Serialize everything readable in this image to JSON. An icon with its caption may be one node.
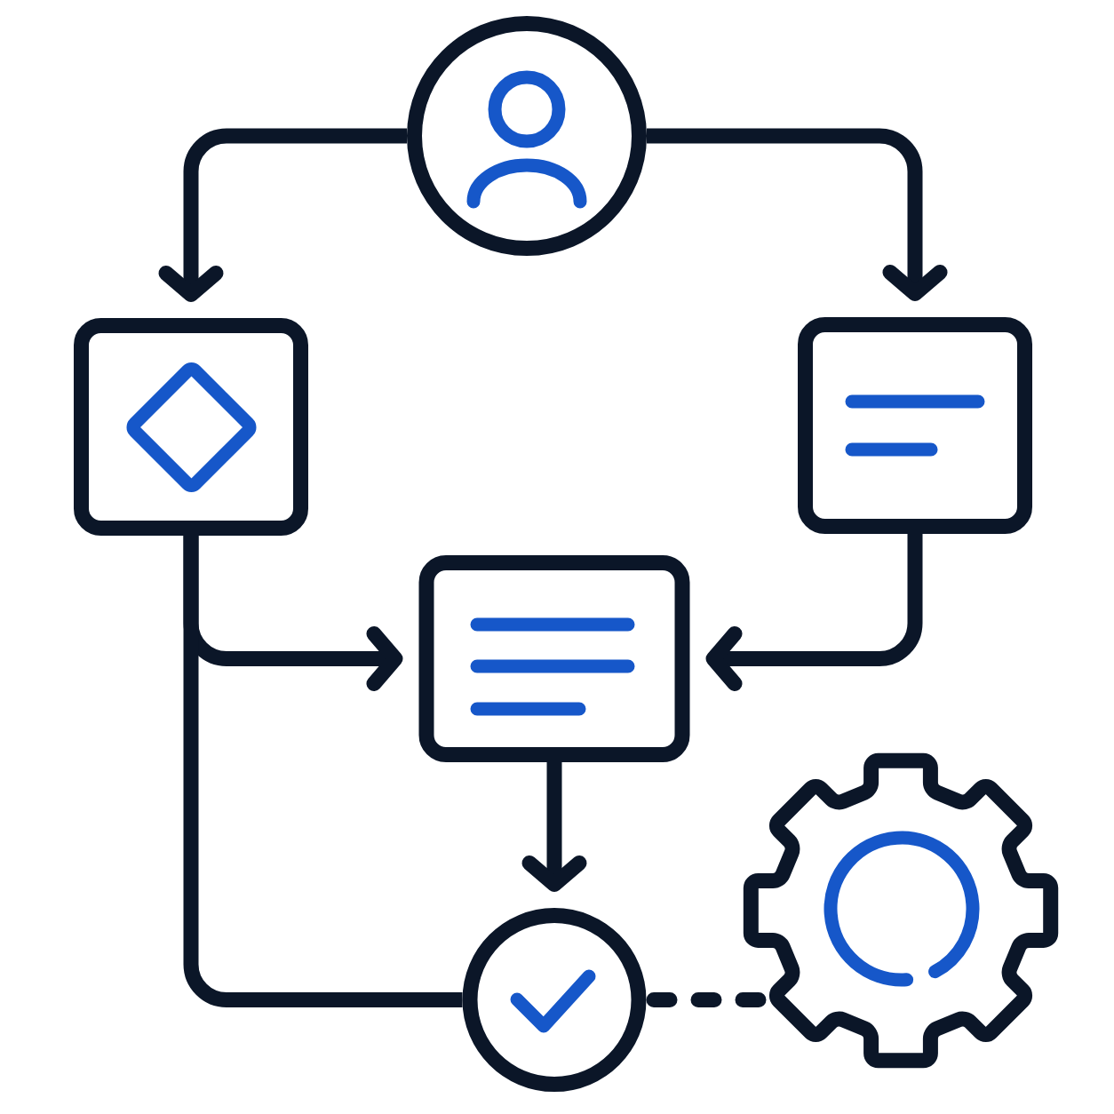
{
  "diagram": {
    "nodes": [
      {
        "text": [],
        "shape": "circle"
      },
      {
        "text": [],
        "shape": "box"
      },
      {
        "text": [],
        "shape": "box"
      },
      {
        "text": [],
        "shape": "box"
      },
      {
        "text": [],
        "shape": "circle"
      },
      {
        "text": [],
        "shape": "gear"
      }
    ],
    "edges": [
      {
        "from": 0,
        "to": 1,
        "arrow": "to"
      },
      {
        "from": 0,
        "to": 2,
        "arrow": "to"
      },
      {
        "from": 1,
        "to": 3,
        "arrow": "to"
      },
      {
        "from": 2,
        "to": 3,
        "arrow": "to"
      },
      {
        "from": 1,
        "to": 4,
        "arrow": "none"
      },
      {
        "from": 3,
        "to": 4,
        "arrow": "to"
      },
      {
        "from": 4,
        "to": 5,
        "arrow": "none",
        "style": "dashed"
      }
    ]
  }
}
